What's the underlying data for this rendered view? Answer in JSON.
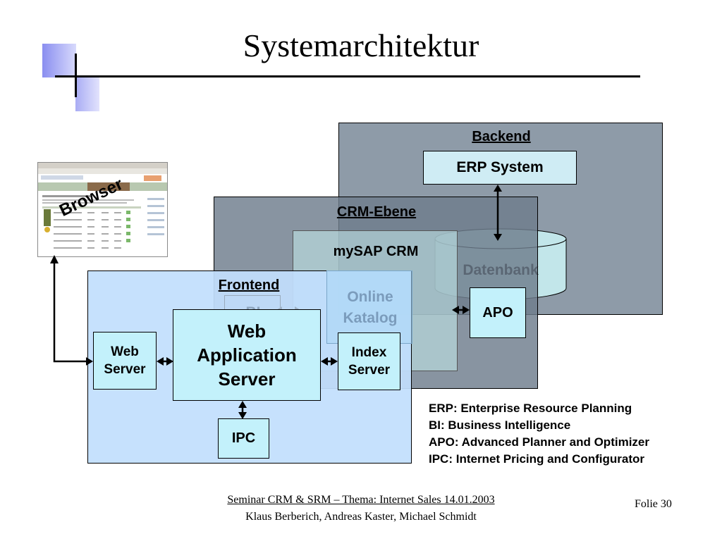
{
  "title": "Systemarchitektur",
  "sections": {
    "backend": "Backend",
    "crm": "CRM-Ebene",
    "frontend": "Frontend"
  },
  "components": {
    "erp_system": "ERP System",
    "mysap_crm": "mySAP CRM",
    "datenbank": "Datenbank",
    "online_katalog": [
      "Online",
      "Katalog"
    ],
    "bi": "BI",
    "apo": "APO",
    "web_server": [
      "Web",
      "Server"
    ],
    "web_application_server": [
      "Web",
      "Application",
      "Server"
    ],
    "index_server": [
      "Index",
      "Server"
    ],
    "ipc": "IPC",
    "browser": "Browser"
  },
  "legend": [
    "ERP: Enterprise Resource Planning",
    "BI: Business Intelligence",
    "APO: Advanced Planner and Optimizer",
    "IPC: Internet Pricing and Configurator"
  ],
  "footer": {
    "line1": "Seminar CRM & SRM – Thema: Internet Sales 14.01.2003",
    "line2": "Klaus Berberich, Andreas Kaster, Michael Schmidt",
    "slide": "Folie 30"
  },
  "colors": {
    "backend": "#8e9ba8",
    "crm": "#6e7c8c",
    "frontend": "#c2dffd",
    "component": "#c3f1fb",
    "erp": "#cfecf4",
    "accent": "#8a8ef0"
  }
}
